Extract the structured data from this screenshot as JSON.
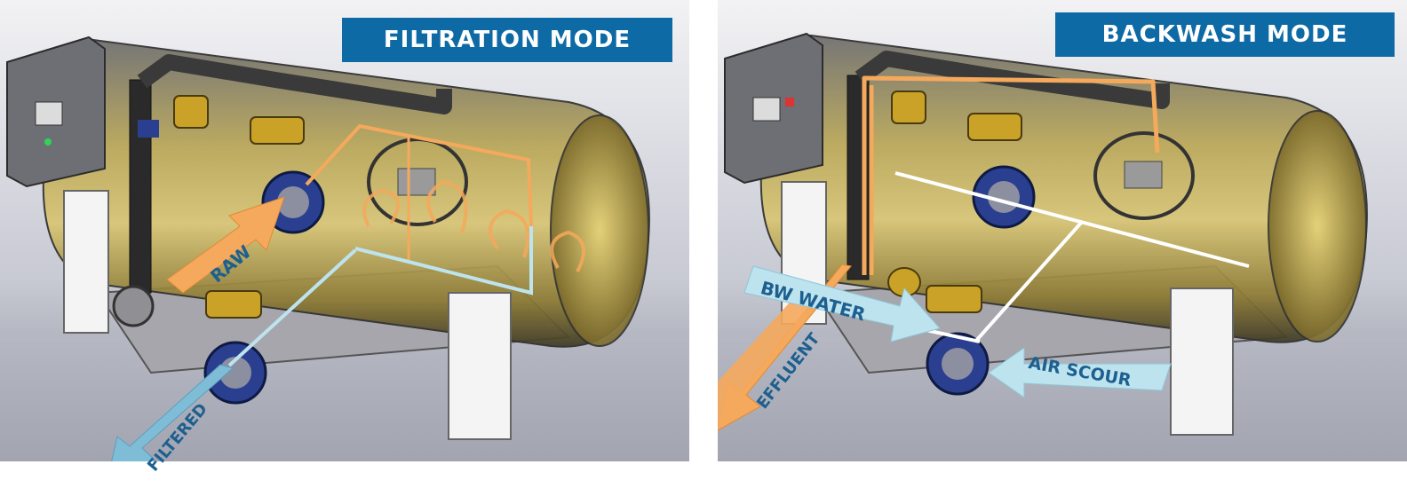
{
  "panels": [
    {
      "title": "FILTRATION MODE",
      "flows": [
        {
          "label": "RAW",
          "kind": "inlet",
          "color": "#f5a95c"
        },
        {
          "label": "FILTERED",
          "kind": "outlet",
          "color": "#7fbcd6"
        }
      ]
    },
    {
      "title": "BACKWASH MODE",
      "flows": [
        {
          "label": "BW WATER",
          "kind": "inlet",
          "color": "#bde3ee"
        },
        {
          "label": "EFFLUENT",
          "kind": "outlet",
          "color": "#f5a95c"
        },
        {
          "label": "AIR SCOUR",
          "kind": "inlet",
          "color": "#bde3ee"
        }
      ]
    }
  ],
  "colors": {
    "title_bg": "#0e6aa5",
    "tank_fill": "#c9b45a",
    "orange_flow": "#f5a95c",
    "blue_flow": "#7fbcd6",
    "light_blue_flow": "#bde3ee",
    "valve_blue": "#2a3f8f",
    "actuator_gold": "#c9a227"
  },
  "icons": [
    "control-panel-icon",
    "butterfly-valve-icon",
    "actuator-icon",
    "swirl-arrow-icon",
    "flow-arrow-icon"
  ]
}
